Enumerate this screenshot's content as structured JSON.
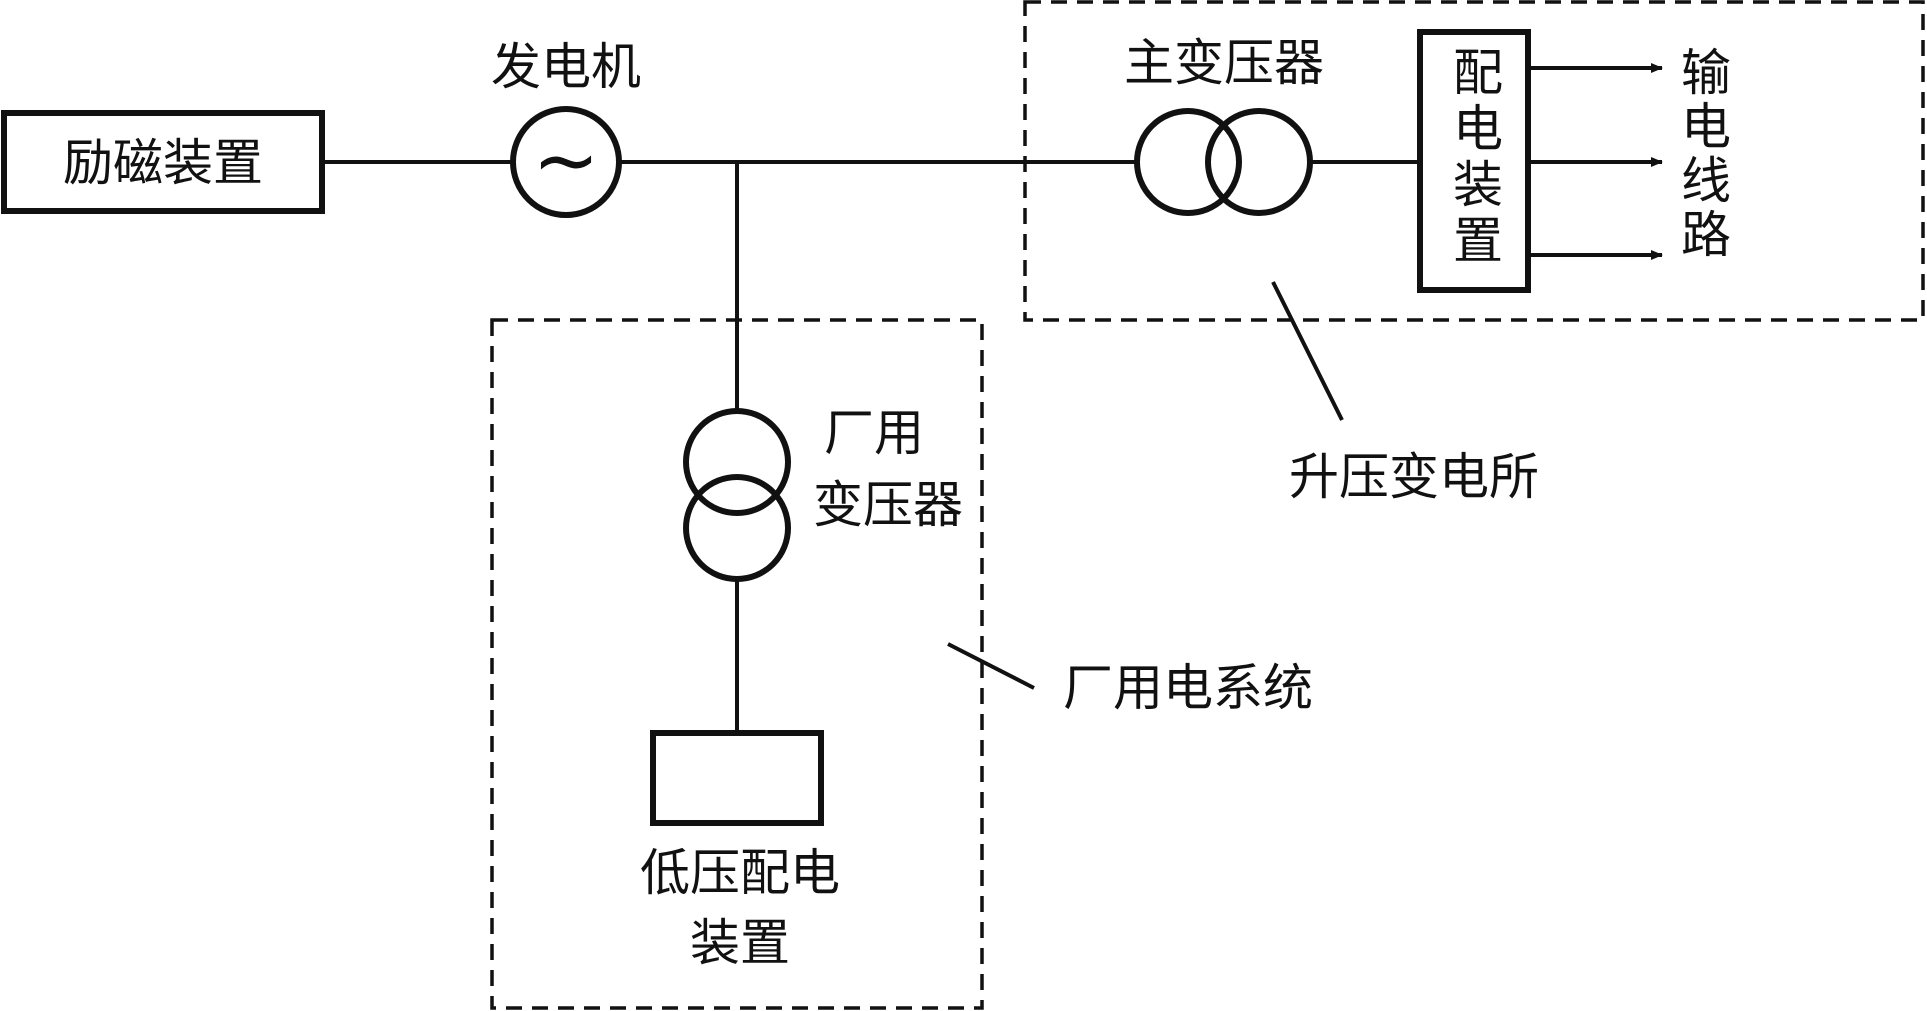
{
  "components": {
    "exciter": "励磁装置",
    "generator": "发电机",
    "generator_symbol": "~",
    "main_transformer": "主变压器",
    "distribution_device": "配电装置",
    "transmission_lines": "输电线路",
    "aux_transformer_line1": "厂用",
    "aux_transformer_line2": "变压器",
    "low_voltage_line1": "低压配电",
    "low_voltage_line2": "装置"
  },
  "groups": {
    "step_up_substation": "升压变电所",
    "auxiliary_power_system": "厂用电系统"
  }
}
